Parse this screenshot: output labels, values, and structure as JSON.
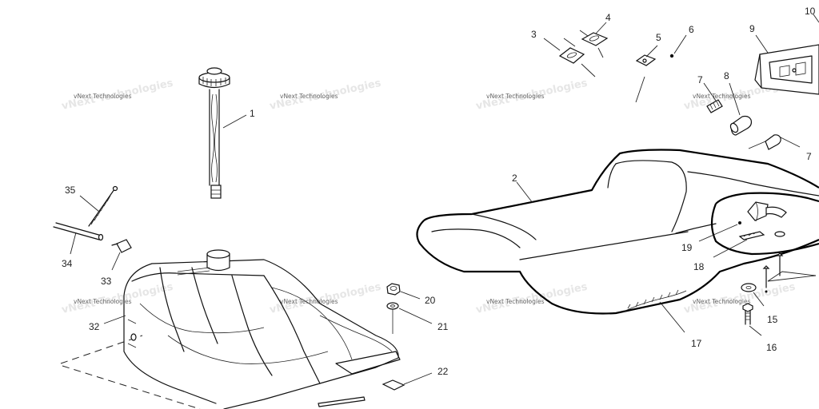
{
  "watermark": "vNext Technologies",
  "callouts": {
    "c1": "1",
    "c2": "2",
    "c3": "3",
    "c4": "4",
    "c5": "5",
    "c6": "6",
    "c7a": "7",
    "c7b": "7",
    "c8": "8",
    "c9": "9",
    "c10": "10",
    "c15": "15",
    "c16": "16",
    "c17": "17",
    "c18": "18",
    "c19": "19",
    "c20": "20",
    "c21": "21",
    "c22": "22",
    "c32": "32",
    "c33": "33",
    "c34": "34",
    "c35": "35"
  }
}
